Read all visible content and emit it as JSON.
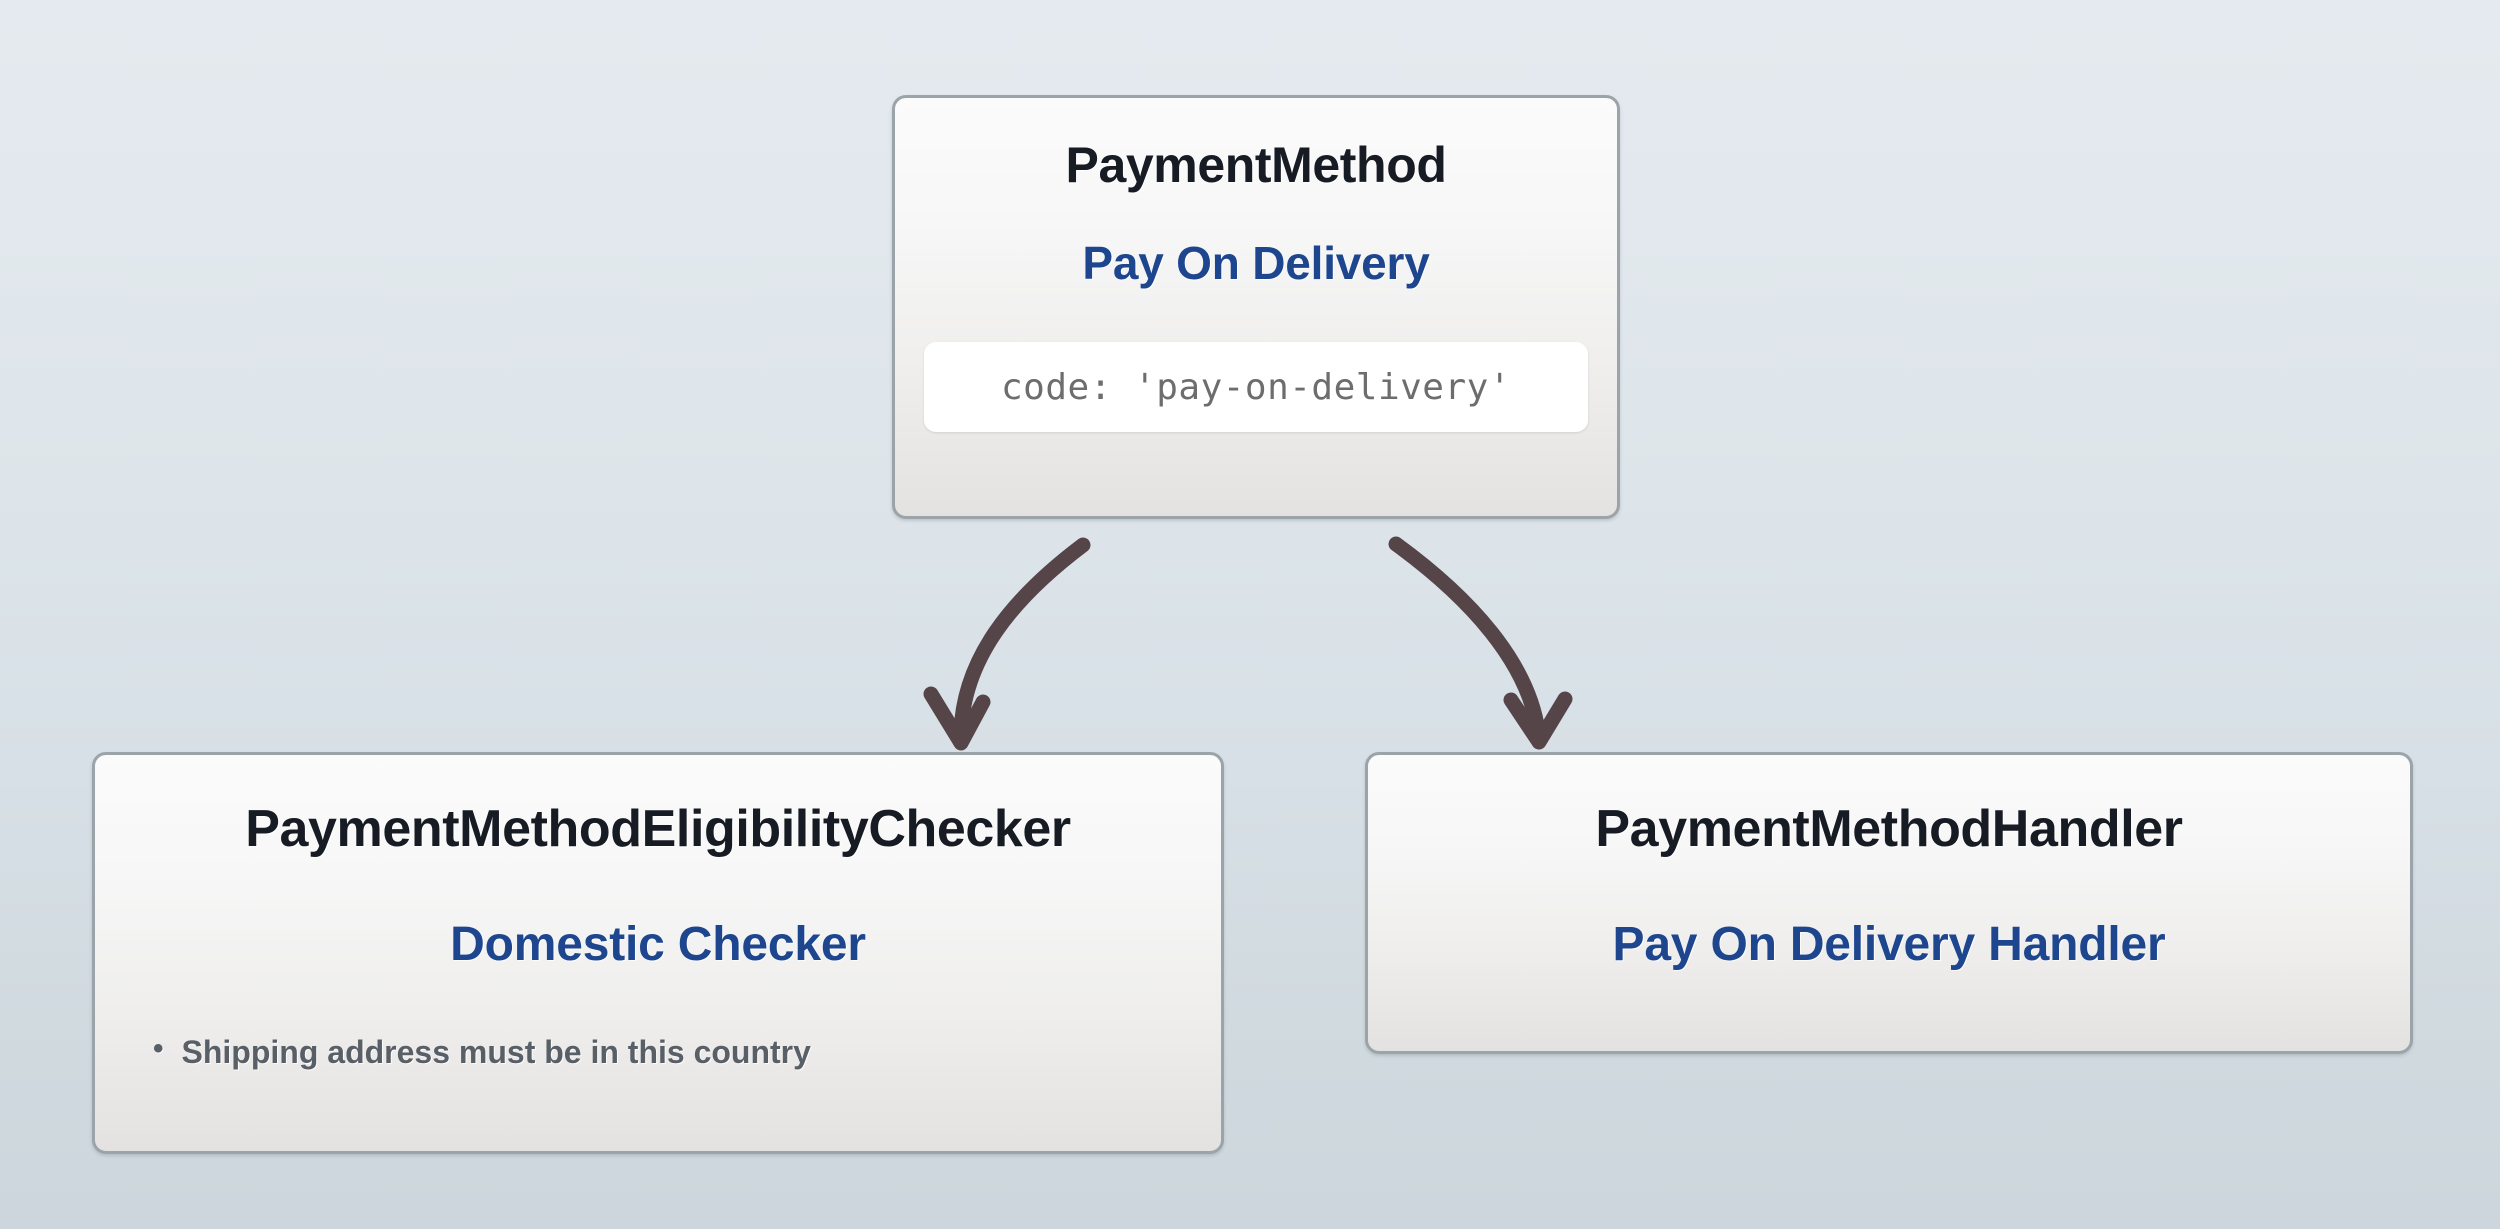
{
  "diagram": {
    "background_top_color": "#e4eaef",
    "background_bottom_color": "#ccd6dc",
    "box_border_color": "#9ba4a9",
    "title_color": "#171b24",
    "subtitle_color": "#1d468f",
    "code_text_color": "#6d6d6d",
    "bullet_text_color": "#595f66",
    "arrow_color": "#554448"
  },
  "nodes": {
    "payment_method": {
      "type_name": "PaymentMethod",
      "display_name": "Pay On Delivery",
      "code_property": "code: 'pay-on-delivery'"
    },
    "eligibility_checker": {
      "type_name": "PaymentMethodEligibilityChecker",
      "display_name": "Domestic Checker",
      "bullet_glyph": "•",
      "rules": [
        "Shipping address must be in this country"
      ]
    },
    "payment_handler": {
      "type_name": "PaymentMethodHandler",
      "display_name": "Pay On Delivery Handler"
    }
  },
  "connectors": [
    {
      "id": "to-eligibility-checker",
      "from": "payment_method",
      "to": "eligibility_checker"
    },
    {
      "id": "to-payment-handler",
      "from": "payment_method",
      "to": "payment_handler"
    }
  ]
}
